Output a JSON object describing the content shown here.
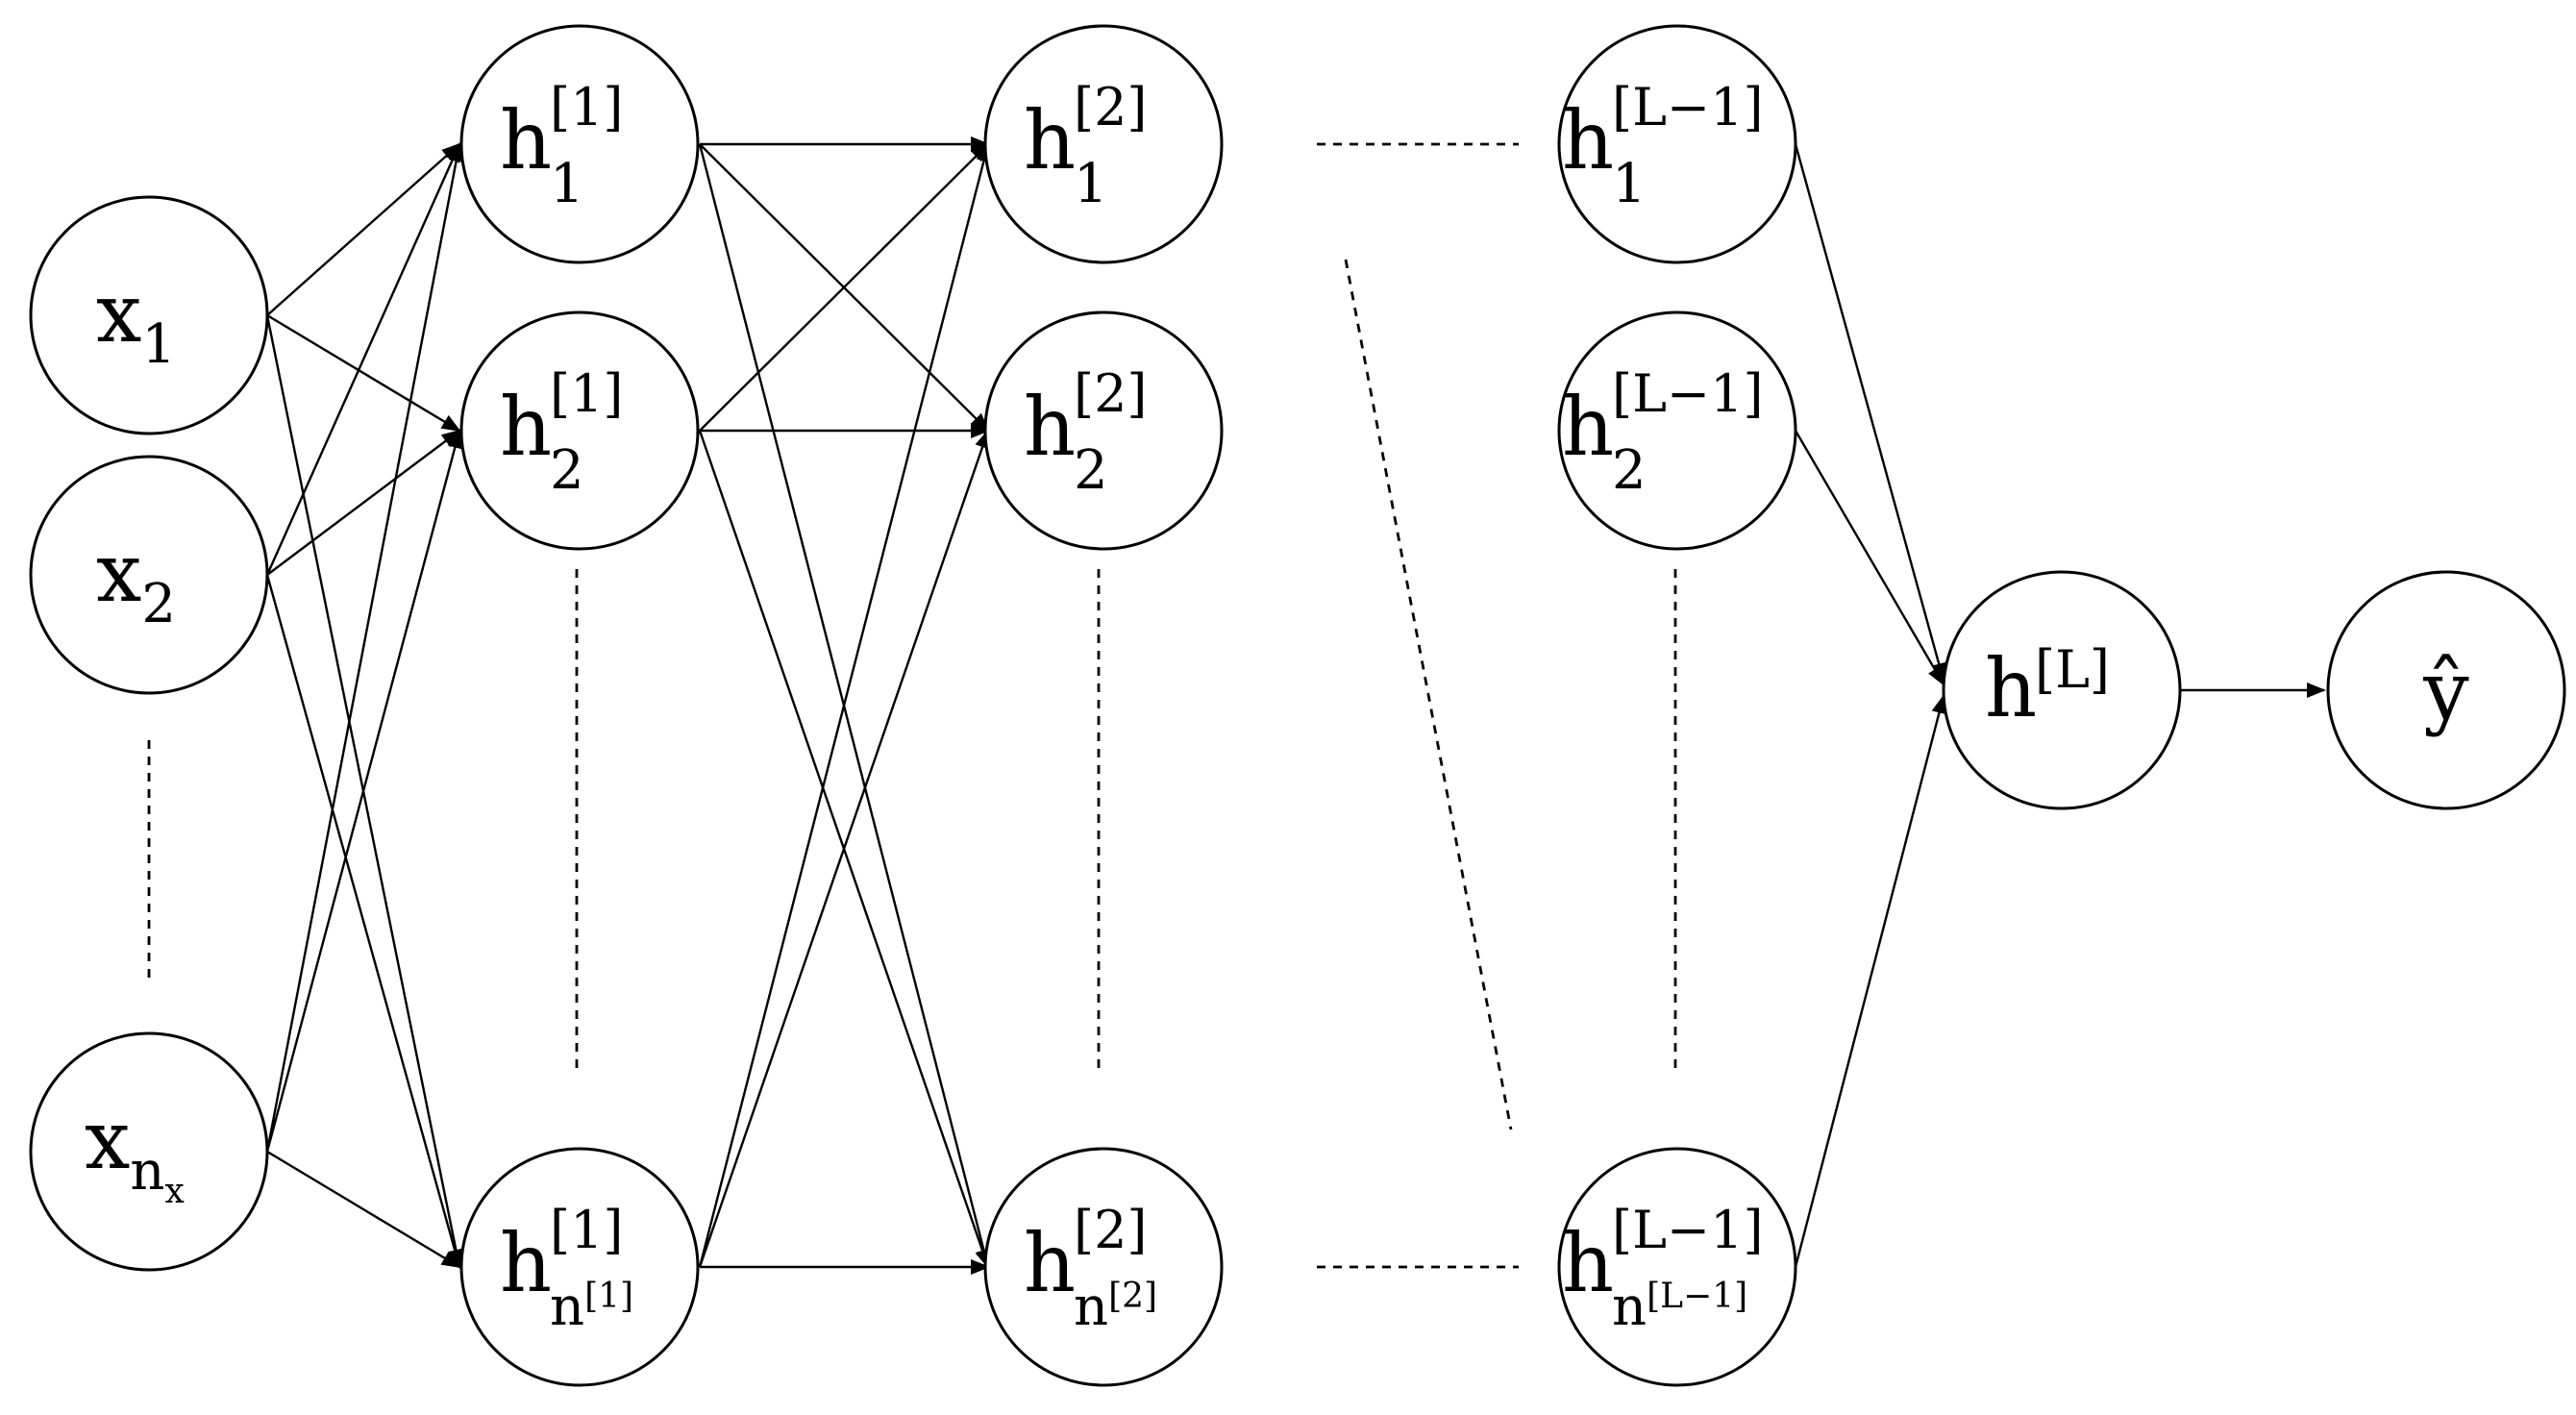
{
  "nodes": {
    "x1": {
      "base": "x",
      "sub": "1"
    },
    "x2": {
      "base": "x",
      "sub": "2"
    },
    "xnx": {
      "base": "x",
      "sub": "n",
      "subsub": "x"
    },
    "h1_1": {
      "base": "h",
      "sup": "[1]",
      "sub": "1"
    },
    "h1_2": {
      "base": "h",
      "sup": "[1]",
      "sub": "2"
    },
    "h1_n": {
      "base": "h",
      "sup": "[1]",
      "sub": "n",
      "subsub": "[1]"
    },
    "h2_1": {
      "base": "h",
      "sup": "[2]",
      "sub": "1"
    },
    "h2_2": {
      "base": "h",
      "sup": "[2]",
      "sub": "2"
    },
    "h2_n": {
      "base": "h",
      "sup": "[2]",
      "sub": "n",
      "subsub": "[2]"
    },
    "hL1_1": {
      "base": "h",
      "sup": "[L−1]",
      "sub": "1"
    },
    "hL1_2": {
      "base": "h",
      "sup": "[L−1]",
      "sub": "2"
    },
    "hL1_n": {
      "base": "h",
      "sup": "[L−1]",
      "sub": "n",
      "subsub": "[L−1]"
    },
    "hL": {
      "base": "h",
      "sup": "[L]"
    },
    "yhat": {
      "base": "ŷ"
    }
  }
}
